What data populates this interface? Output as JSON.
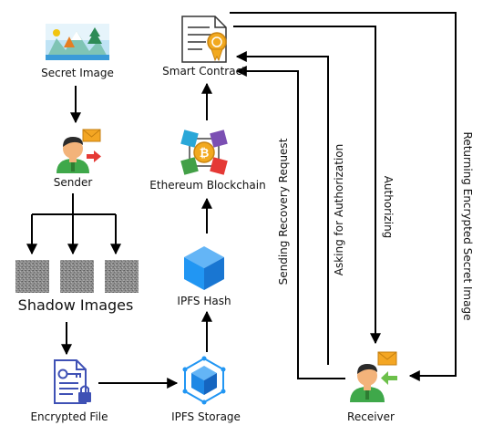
{
  "nodes": {
    "secret_image": "Secret Image",
    "sender": "Sender",
    "shadow_images": "Shadow Images",
    "encrypted_file": "Encrypted File",
    "ipfs_storage": "IPFS Storage",
    "ipfs_hash": "IPFS Hash",
    "ethereum_blockchain": "Ethereum Blockchain",
    "smart_contract": "Smart Contract",
    "receiver": "Receiver"
  },
  "edges": {
    "sending_recovery_request": "Sending Recovery Request",
    "asking_for_authorization": "Asking for Authorization",
    "authorizing": "Authorizing",
    "returning_encrypted_secret_image": "Returning Encrypted Secret Image"
  },
  "colors": {
    "arrow": "#000000",
    "person_shirt": "#3fa84a",
    "person_skin": "#f3b37a",
    "person_hair": "#2b2b2b",
    "envelope": "#f4a623",
    "send_arrow": "#e53935",
    "receive_arrow": "#6cc04a",
    "ipfs_blue": "#2196f3",
    "file_blue": "#3f51b5",
    "shadow_gray": "#8c8c8c",
    "certificate_seal": "#f2a91f"
  },
  "icons": [
    "secret-image-thumbnail",
    "sender-person-icon",
    "shadow-image-tile",
    "encrypted-file-icon",
    "ipfs-cube-icon",
    "blockchain-cubes-icon",
    "smart-contract-certificate-icon",
    "receiver-person-icon"
  ]
}
